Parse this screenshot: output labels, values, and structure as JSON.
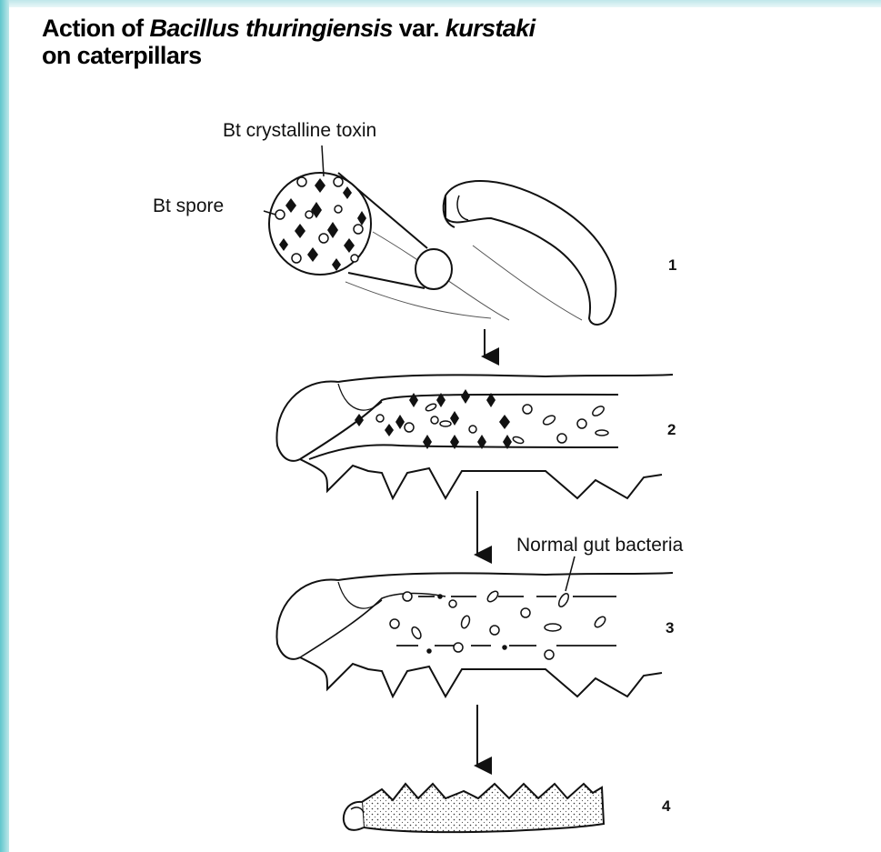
{
  "title": {
    "part1": "Action of ",
    "species": "Bacillus thuringiensis",
    "part2": " var. ",
    "variety": "kurstaki",
    "line2": "on caterpillars"
  },
  "labels": {
    "toxin": "Bt crystalline toxin",
    "spore": "Bt spore",
    "bacteria": "Normal gut bacteria"
  },
  "steps": [
    "1",
    "2",
    "3",
    "4"
  ],
  "colors": {
    "frame": "#5fc6cc",
    "ink": "#111111"
  }
}
